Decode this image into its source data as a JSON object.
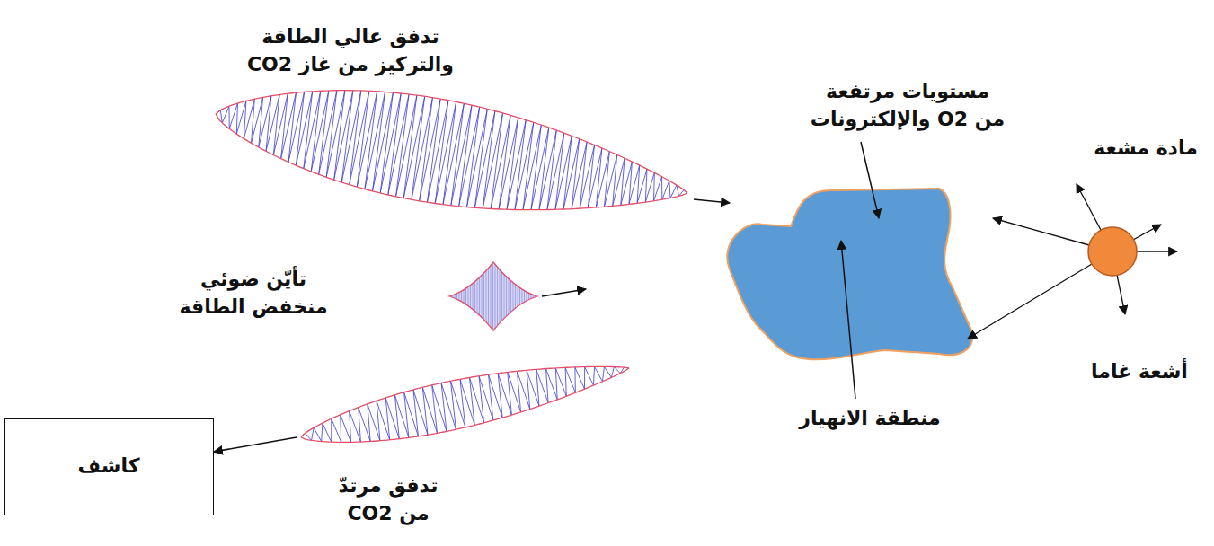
{
  "diagram": {
    "nodes": [
      {
        "text": [
          "تدفق عالي الطاقة والتركيز من غاز CO2"
        ]
      },
      {
        "text": [
          "تأيّن ضوئي منخفض الطاقة"
        ]
      },
      {
        "text": [
          "تدفق مرتدّ من CO2"
        ]
      },
      {
        "text": [
          "كاشف"
        ]
      }
    ],
    "edges": [
      {
        "from": 2,
        "to": 3,
        "arrow": "to"
      }
    ],
    "labels": [
      "مستويات مرتفعة من O2 والإلكترونات",
      "منطقة الانهيار",
      "مادة مشعة",
      "أشعة غاما"
    ]
  }
}
